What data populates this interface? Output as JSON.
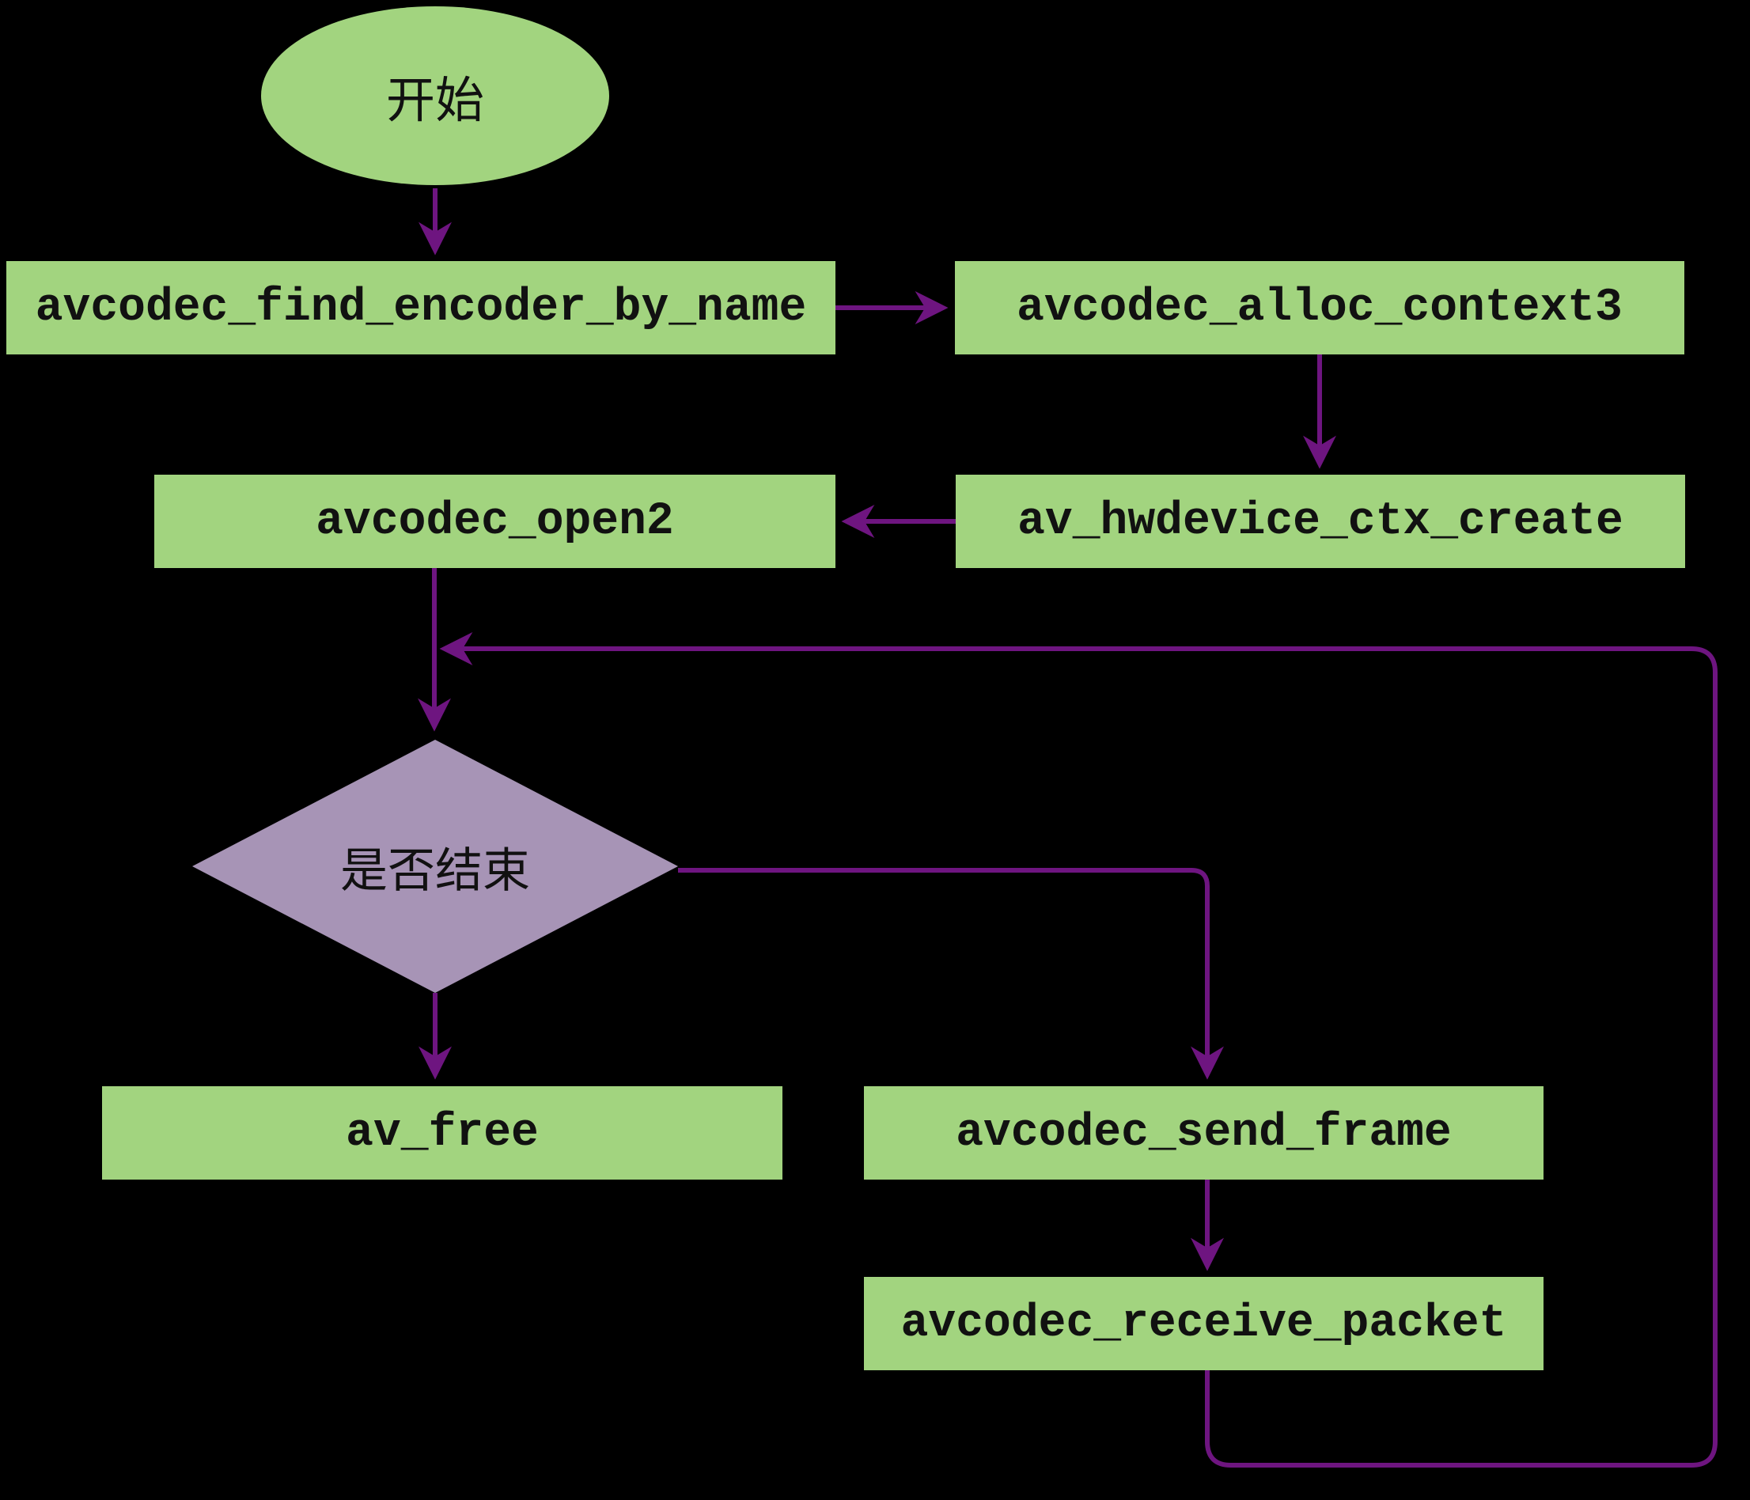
{
  "diagram": {
    "type": "flowchart",
    "background_color": "#000000",
    "colors": {
      "process_fill": "#a2d47f",
      "decision_fill": "#a794b6",
      "edge_color": "#6e1580",
      "text_color": "#111111"
    },
    "nodes": [
      {
        "id": "start",
        "shape": "ellipse",
        "label": "开始"
      },
      {
        "id": "find_encoder",
        "shape": "rect",
        "label": "avcodec_find_encoder_by_name"
      },
      {
        "id": "alloc_context",
        "shape": "rect",
        "label": "avcodec_alloc_context3"
      },
      {
        "id": "open2",
        "shape": "rect",
        "label": "avcodec_open2"
      },
      {
        "id": "hwdevice",
        "shape": "rect",
        "label": "av_hwdevice_ctx_create"
      },
      {
        "id": "is_finished",
        "shape": "diamond",
        "label": "是否结束"
      },
      {
        "id": "av_free",
        "shape": "rect",
        "label": "av_free"
      },
      {
        "id": "send_frame",
        "shape": "rect",
        "label": "avcodec_send_frame"
      },
      {
        "id": "receive_packet",
        "shape": "rect",
        "label": "avcodec_receive_packet"
      }
    ],
    "edges": [
      {
        "from": "start",
        "to": "find_encoder"
      },
      {
        "from": "find_encoder",
        "to": "alloc_context"
      },
      {
        "from": "alloc_context",
        "to": "hwdevice"
      },
      {
        "from": "hwdevice",
        "to": "open2"
      },
      {
        "from": "open2",
        "to": "is_finished"
      },
      {
        "from": "is_finished",
        "to": "av_free"
      },
      {
        "from": "is_finished",
        "to": "send_frame"
      },
      {
        "from": "send_frame",
        "to": "receive_packet"
      },
      {
        "from": "receive_packet",
        "to": "is_finished",
        "note": "loop back to line above decision"
      }
    ]
  }
}
